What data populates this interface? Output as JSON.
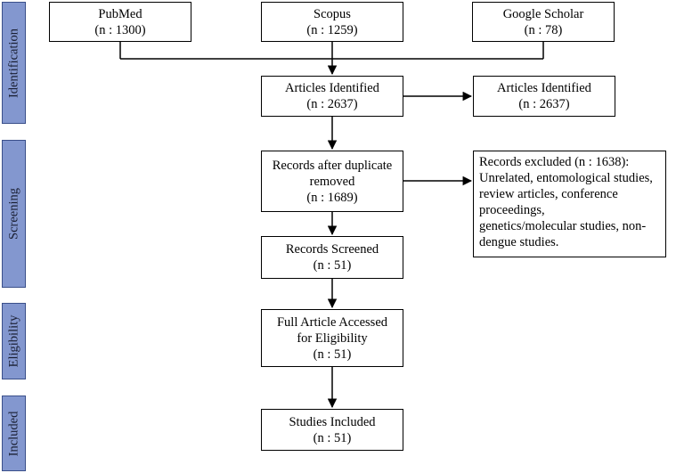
{
  "stages": {
    "identification": "Identification",
    "screening": "Screening",
    "eligibility": "Eligibility",
    "included": "Included"
  },
  "sources": [
    {
      "name": "PubMed",
      "count": "(n : 1300)"
    },
    {
      "name": "Scopus",
      "count": "(n : 1259)"
    },
    {
      "name": "Google Scholar",
      "count": "(n : 78)"
    }
  ],
  "identified": {
    "label": "Articles Identified",
    "count": "(n : 2637)"
  },
  "identified_side": {
    "label": "Articles Identified",
    "count": "(n : 2637)"
  },
  "dedup": {
    "label": "Records after duplicate\nremoved",
    "count": "(n : 1689)"
  },
  "excluded": {
    "text": "Records excluded (n : 1638):\nUnrelated, entomological studies,\nreview articles, conference\nproceedings,\ngenetics/molecular studies, non-\ndengue studies."
  },
  "screened": {
    "label": "Records Screened",
    "count": "(n : 51)"
  },
  "eligibility": {
    "label": "Full Article Accessed\nfor Eligibility",
    "count": "(n : 51)"
  },
  "included": {
    "label": "Studies Included",
    "count": "(n : 51)"
  }
}
